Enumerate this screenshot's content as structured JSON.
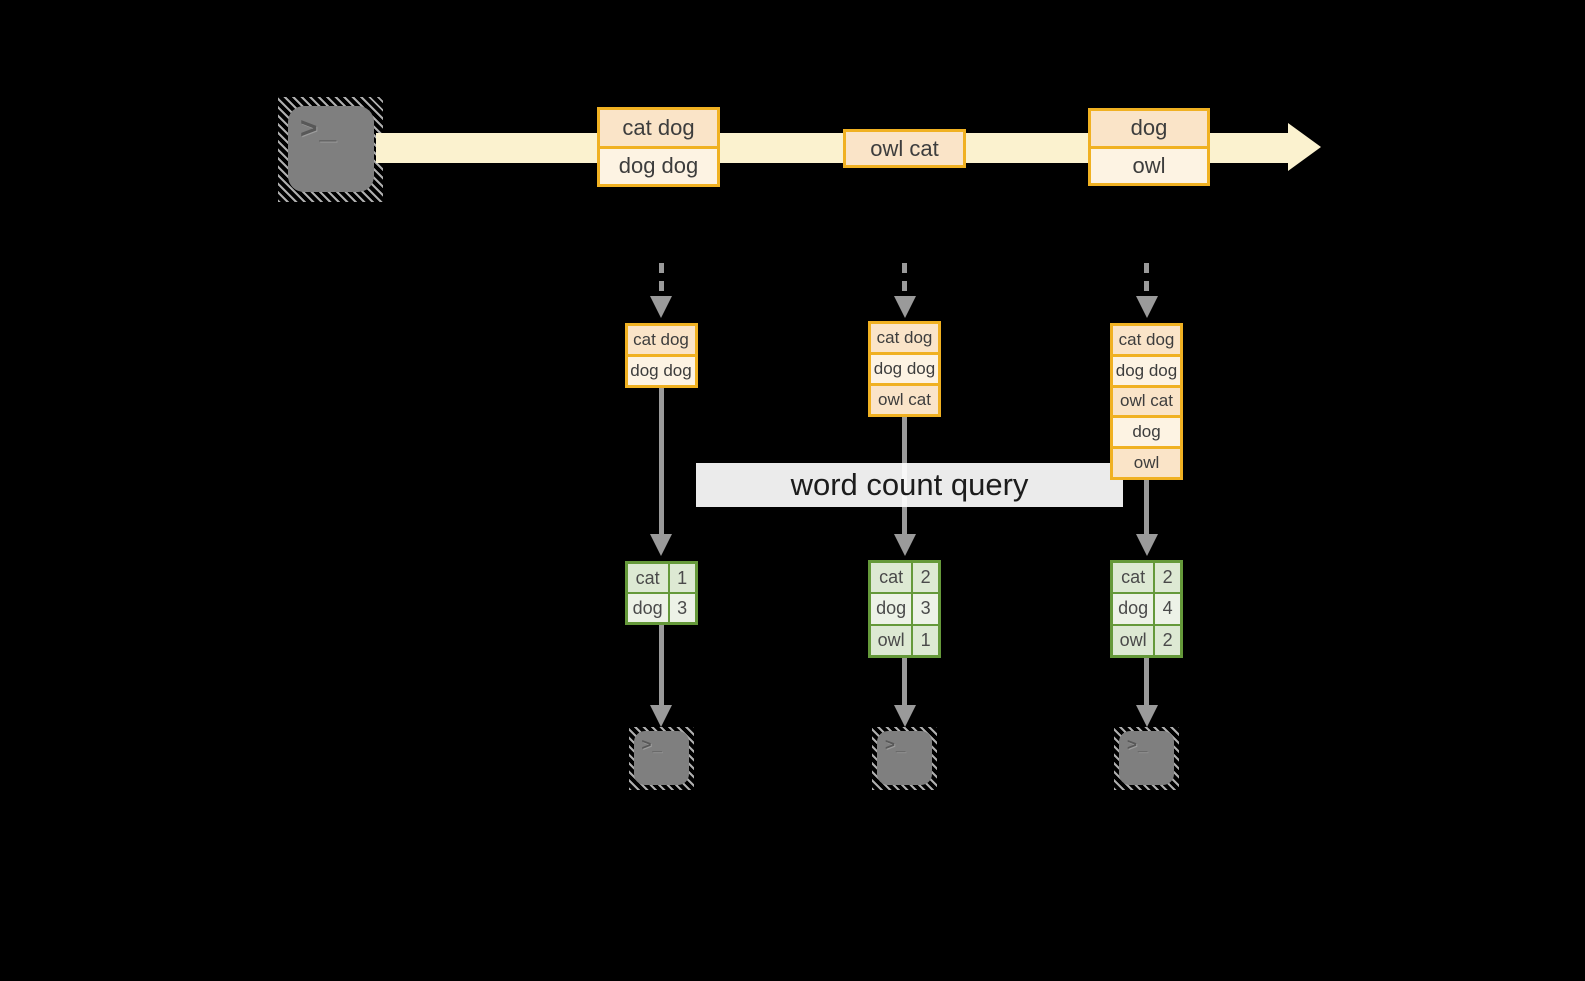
{
  "terminal_glyph": ">_",
  "query_label": "word count query",
  "stream": {
    "boxes": [
      {
        "rows": [
          "cat dog",
          "dog dog"
        ]
      },
      {
        "rows": [
          "owl cat"
        ]
      },
      {
        "rows": [
          "dog",
          "owl"
        ]
      }
    ]
  },
  "columns": [
    {
      "state_rows": [
        "cat dog",
        "dog dog"
      ],
      "counts": [
        {
          "word": "cat",
          "count": "1"
        },
        {
          "word": "dog",
          "count": "3"
        }
      ]
    },
    {
      "state_rows": [
        "cat dog",
        "dog dog",
        "owl cat"
      ],
      "counts": [
        {
          "word": "cat",
          "count": "2"
        },
        {
          "word": "dog",
          "count": "3"
        },
        {
          "word": "owl",
          "count": "1"
        }
      ]
    },
    {
      "state_rows": [
        "cat dog",
        "dog dog",
        "owl cat",
        "dog",
        "owl"
      ],
      "counts": [
        {
          "word": "cat",
          "count": "2"
        },
        {
          "word": "dog",
          "count": "4"
        },
        {
          "word": "owl",
          "count": "2"
        }
      ]
    }
  ],
  "colors": {
    "stream_band": "#fbf2cf",
    "record_border": "#f0b122",
    "record_peach": "#fae4c8",
    "record_cream": "#fdf3e3",
    "table_border": "#65993a",
    "table_cell_dark": "#dde9d3",
    "table_cell_light": "#edf2e7",
    "arrow_gray": "#9a9a9a",
    "terminal_gray": "#7f7f7f"
  }
}
